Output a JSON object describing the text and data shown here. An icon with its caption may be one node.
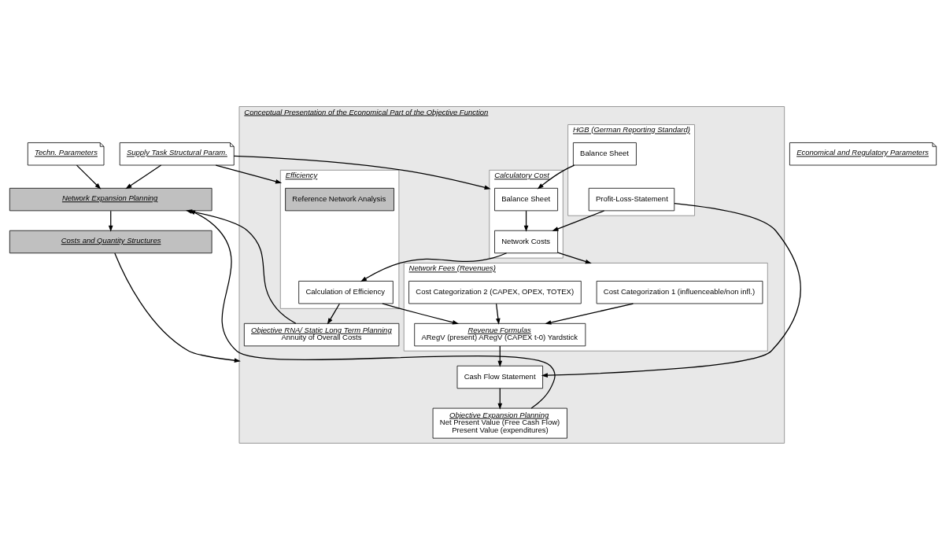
{
  "diagram": {
    "nodes": [
      {
        "text": [
          "Techn. Parameters"
        ]
      },
      {
        "text": [
          "Supply Task Structural Param."
        ]
      },
      {
        "text": [
          "Economical and Regulatory Parameters"
        ]
      },
      {
        "text": [
          "Network Expansion Planning"
        ]
      },
      {
        "text": [
          "Costs and Quantity Structures"
        ]
      },
      {
        "text": [
          "Conceptual Presentation of the Economical Part of the Objective Function"
        ]
      },
      {
        "text": [
          "HGB (German Reporting Standard)"
        ],
        "in": 5
      },
      {
        "text": [
          "Balance Sheet"
        ],
        "in": 6
      },
      {
        "text": [
          "Profit-Loss-Statement"
        ],
        "in": 6
      },
      {
        "text": [
          "Cash Flow Statement"
        ],
        "in": 5
      },
      {
        "text": [
          "Objective Expansion Planning",
          "Net Present Value (Free Cash Flow)",
          "Present Value (expenditures)"
        ],
        "in": 5
      },
      {
        "text": [
          "Calculatory Cost"
        ],
        "in": 5
      },
      {
        "text": [
          "Balance Sheet"
        ],
        "in": 11
      },
      {
        "text": [
          "Network Costs"
        ],
        "in": 11
      },
      {
        "text": [
          "Efficiency"
        ],
        "in": 5
      },
      {
        "text": [
          "Reference Network Analysis"
        ],
        "in": 14
      },
      {
        "text": [
          "Calculation of Efficiency"
        ],
        "in": 14
      },
      {
        "text": [
          "Network Fees (Revenues)"
        ],
        "in": 5
      },
      {
        "text": [
          "Cost Categorization 1 (influenceable/non infl.)"
        ],
        "in": 17
      },
      {
        "text": [
          "Cost Categorization 2 (CAPEX, OPEX, TOTEX)"
        ],
        "in": 17
      },
      {
        "text": [
          "Revenue Formulas",
          "ARegV (present) ARegV (CAPEX t-0) Yardstick"
        ],
        "in": 17
      },
      {
        "text": [
          "Objective RNA/ Static Long Term Planning",
          "Annuity of Overall Costs"
        ],
        "in": 5
      }
    ],
    "edges": [
      {
        "from": 0,
        "to": 3,
        "arrow": "to"
      },
      {
        "from": 1,
        "to": 3,
        "arrow": "to"
      },
      {
        "from": 1,
        "to": 11,
        "arrow": "to"
      },
      {
        "from": 1,
        "to": 14,
        "arrow": "to"
      },
      {
        "from": 3,
        "to": 4,
        "arrow": "to"
      },
      {
        "from": 4,
        "to": 5,
        "arrow": "to"
      },
      {
        "from": 7,
        "to": 12,
        "arrow": "to"
      },
      {
        "from": 8,
        "to": 13,
        "arrow": "to"
      },
      {
        "from": 8,
        "to": 9,
        "arrow": "to"
      },
      {
        "from": 12,
        "to": 13,
        "arrow": "to"
      },
      {
        "from": 13,
        "to": 16,
        "arrow": "to"
      },
      {
        "from": 13,
        "to": 17,
        "arrow": "to"
      },
      {
        "from": 18,
        "to": 20,
        "arrow": "to"
      },
      {
        "from": 19,
        "to": 20,
        "arrow": "to"
      },
      {
        "from": 20,
        "to": 9,
        "arrow": "to"
      },
      {
        "from": 9,
        "to": 10,
        "arrow": "to"
      },
      {
        "from": 10,
        "to": 3,
        "arrow": "to"
      },
      {
        "from": 21,
        "to": 3,
        "arrow": "to"
      },
      {
        "from": 16,
        "to": 20,
        "arrow": "to"
      },
      {
        "from": 16,
        "to": 21,
        "arrow": "to"
      }
    ]
  }
}
